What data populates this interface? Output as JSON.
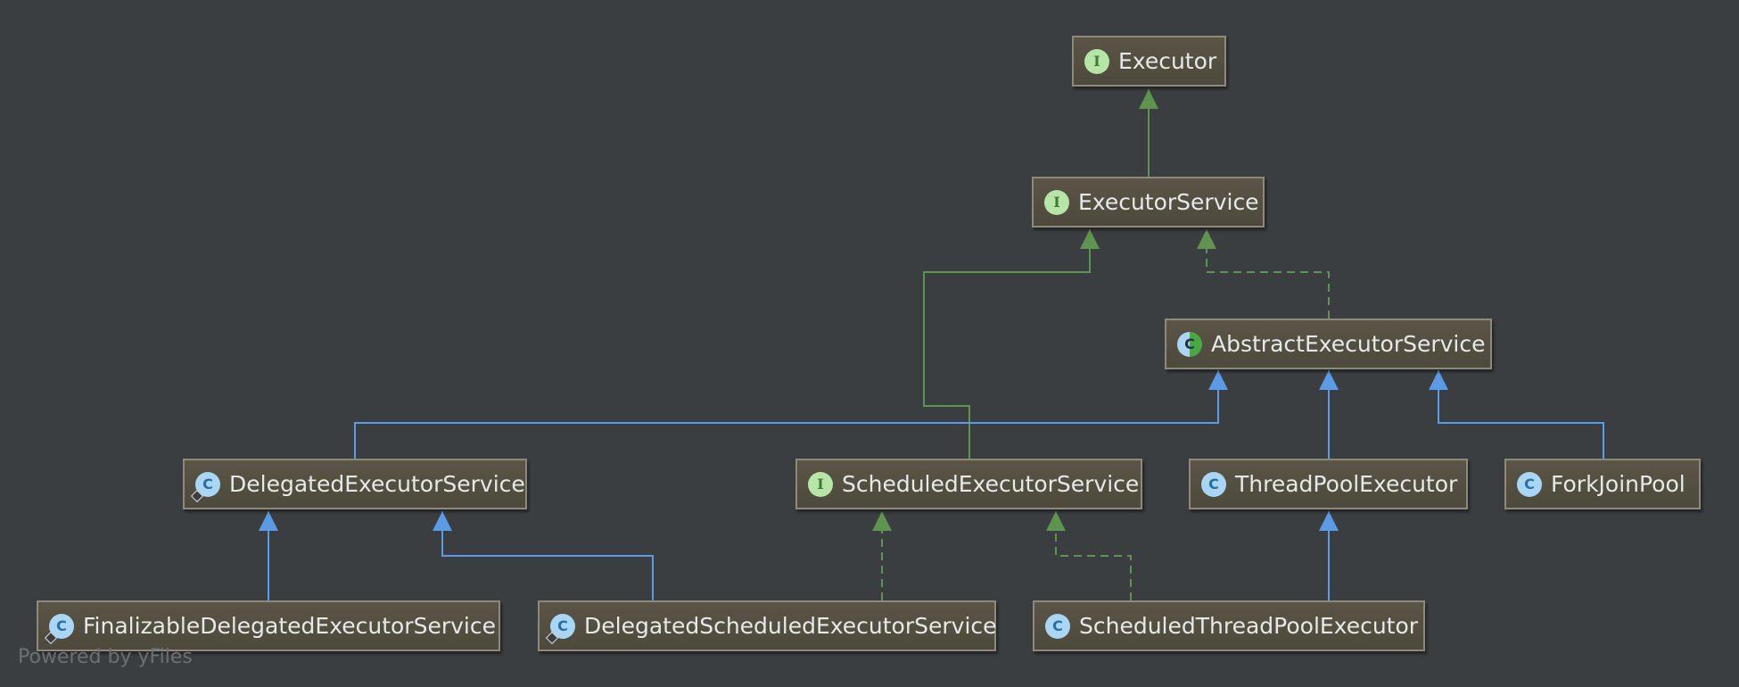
{
  "nodes": {
    "executor": {
      "label": "Executor",
      "kind": "interface",
      "badge": "I"
    },
    "executor_service": {
      "label": "ExecutorService",
      "kind": "interface",
      "badge": "I"
    },
    "abstract_executor_service": {
      "label": "AbstractExecutorService",
      "kind": "abstract",
      "badge": "C"
    },
    "delegated_executor_service": {
      "label": "DelegatedExecutorService",
      "kind": "class",
      "badge": "C",
      "nested": true
    },
    "scheduled_executor_service": {
      "label": "ScheduledExecutorService",
      "kind": "interface",
      "badge": "I"
    },
    "thread_pool_executor": {
      "label": "ThreadPoolExecutor",
      "kind": "class",
      "badge": "C"
    },
    "fork_join_pool": {
      "label": "ForkJoinPool",
      "kind": "class",
      "badge": "C"
    },
    "finalizable_delegated_executor_service": {
      "label": "FinalizableDelegatedExecutorService",
      "kind": "class",
      "badge": "C",
      "nested": true
    },
    "delegated_scheduled_executor_service": {
      "label": "DelegatedScheduledExecutorService",
      "kind": "class",
      "badge": "C",
      "nested": true
    },
    "scheduled_thread_pool_executor": {
      "label": "ScheduledThreadPoolExecutor",
      "kind": "class",
      "badge": "C"
    }
  },
  "edges": [
    {
      "from": "executor_service",
      "to": "executor",
      "type": "extends-interface"
    },
    {
      "from": "abstract_executor_service",
      "to": "executor_service",
      "type": "implements"
    },
    {
      "from": "scheduled_executor_service",
      "to": "executor_service",
      "type": "extends-interface"
    },
    {
      "from": "delegated_executor_service",
      "to": "abstract_executor_service",
      "type": "extends-class"
    },
    {
      "from": "thread_pool_executor",
      "to": "abstract_executor_service",
      "type": "extends-class"
    },
    {
      "from": "fork_join_pool",
      "to": "abstract_executor_service",
      "type": "extends-class"
    },
    {
      "from": "finalizable_delegated_executor_service",
      "to": "delegated_executor_service",
      "type": "extends-class"
    },
    {
      "from": "delegated_scheduled_executor_service",
      "to": "delegated_executor_service",
      "type": "extends-class"
    },
    {
      "from": "delegated_scheduled_executor_service",
      "to": "scheduled_executor_service",
      "type": "implements"
    },
    {
      "from": "scheduled_thread_pool_executor",
      "to": "scheduled_executor_service",
      "type": "implements"
    },
    {
      "from": "scheduled_thread_pool_executor",
      "to": "thread_pool_executor",
      "type": "extends-class"
    }
  ],
  "colors": {
    "background": "#3b3e41",
    "interface_edge": "#5f9450",
    "class_edge": "#5a9ae6"
  },
  "footer": "Powered by yFiles"
}
